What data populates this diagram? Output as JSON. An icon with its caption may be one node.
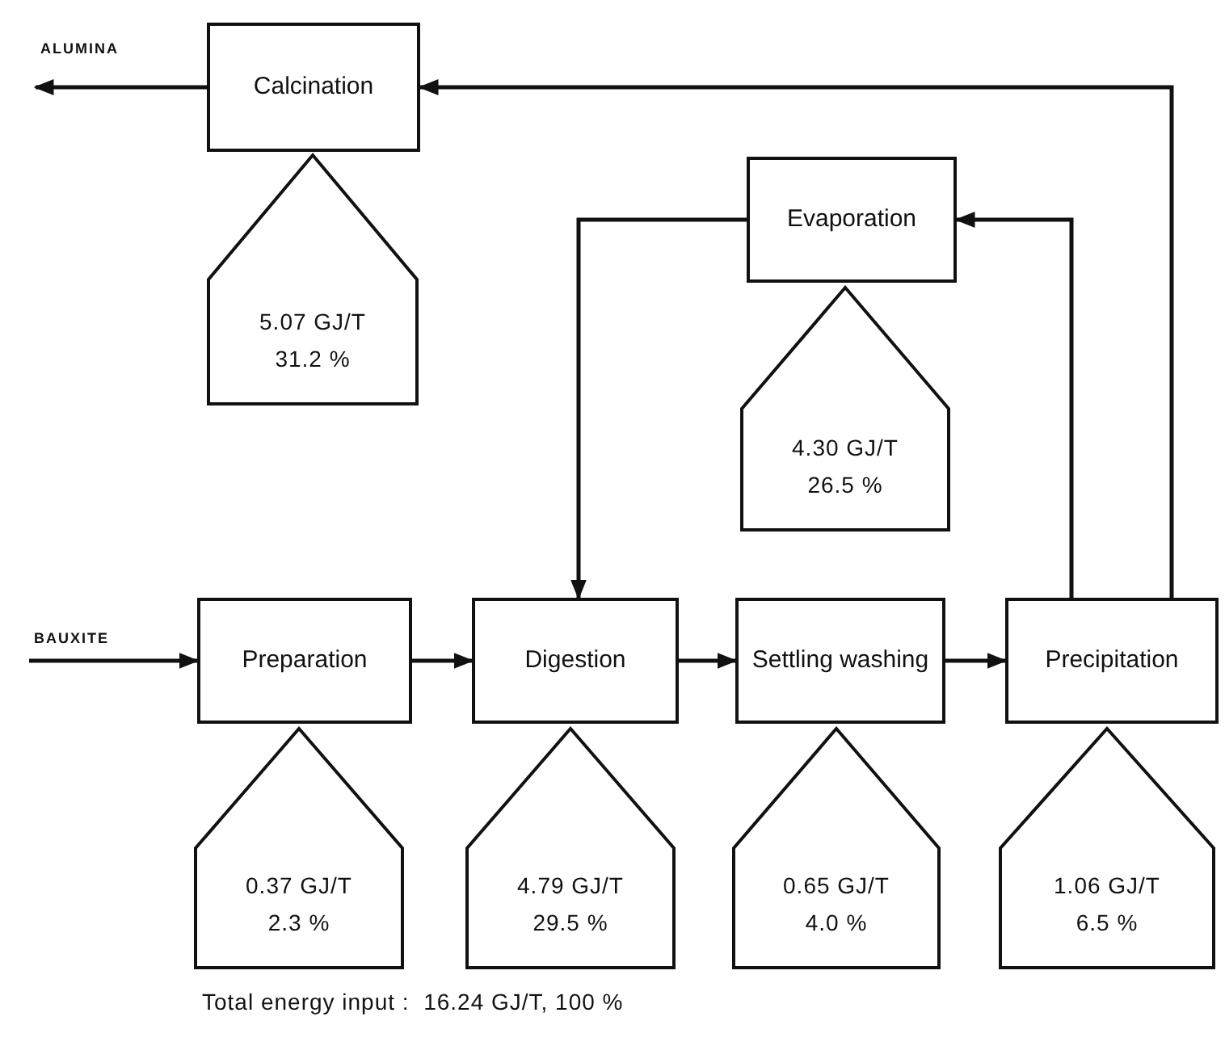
{
  "diagram": {
    "nodes": [
      {
        "text": [
          "Calcination"
        ]
      },
      {
        "text": [
          "5.07 GJ/T",
          "31.2 %"
        ]
      },
      {
        "text": [
          "Evaporation"
        ]
      },
      {
        "text": [
          "4.30 GJ/T",
          "26.5 %"
        ]
      },
      {
        "text": [
          "Preparation"
        ]
      },
      {
        "text": [
          "0.37 GJ/T",
          "2.3 %"
        ]
      },
      {
        "text": [
          "Digestion"
        ]
      },
      {
        "text": [
          "4.79 GJ/T",
          "29.5 %"
        ]
      },
      {
        "text": [
          "Settling washing"
        ]
      },
      {
        "text": [
          "0.65 GJ/T",
          "4.0 %"
        ]
      },
      {
        "text": [
          "Precipitation"
        ]
      },
      {
        "text": [
          "1.06 GJ/T",
          "6.5 %"
        ]
      }
    ],
    "edges": [
      {
        "from": 0,
        "to": null,
        "arrow": "to",
        "label": "ALUMINA"
      },
      {
        "from": null,
        "to": 4,
        "arrow": "to",
        "label": "BAUXITE"
      },
      {
        "from": 4,
        "to": 6,
        "arrow": "to"
      },
      {
        "from": 6,
        "to": 8,
        "arrow": "to"
      },
      {
        "from": 8,
        "to": 10,
        "arrow": "to"
      },
      {
        "from": 10,
        "to": 0,
        "arrow": "to"
      },
      {
        "from": 10,
        "to": 2,
        "arrow": "to"
      },
      {
        "from": 2,
        "to": 6,
        "arrow": "to"
      }
    ],
    "labels": [
      "Total energy input :  16.24 GJ/T, 100 %"
    ]
  }
}
